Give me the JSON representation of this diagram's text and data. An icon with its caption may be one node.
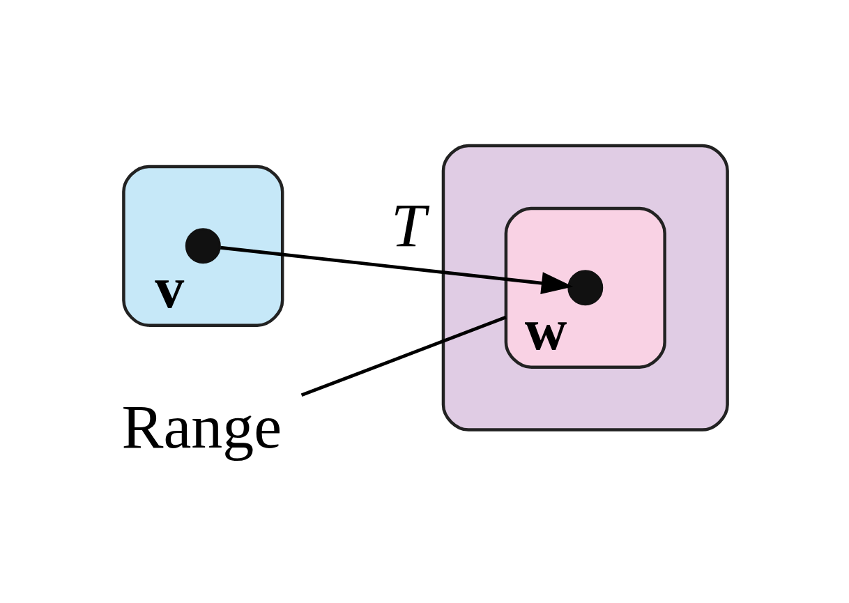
{
  "diagram": {
    "nodes": [
      {
        "text": [],
        "shape": "ellipse"
      },
      {
        "text": [],
        "shape": "circle",
        "beside": [
          "v"
        ],
        "in": 0
      },
      {
        "text": [],
        "shape": "ellipse"
      },
      {
        "text": [],
        "shape": "ellipse",
        "in": 2
      },
      {
        "text": [],
        "shape": "circle",
        "beside": [
          "w"
        ],
        "in": 3
      },
      {
        "text": [
          "Range"
        ]
      }
    ],
    "edges": [
      {
        "from": 1,
        "to": 4,
        "arrow": "to",
        "label": "T"
      },
      {
        "from": 5,
        "to": 3,
        "arrow": "none"
      }
    ]
  }
}
